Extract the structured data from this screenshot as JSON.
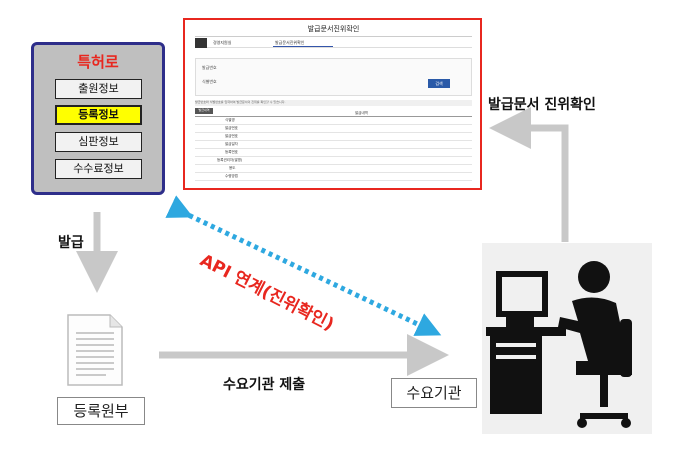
{
  "kipo": {
    "title": "특허로",
    "menu": [
      "출원정보",
      "등록정보",
      "심판정보",
      "수수료정보"
    ],
    "active_index": 1
  },
  "screen": {
    "header": "발급문서진위확인",
    "nav_1": "경영지원실",
    "nav_2": "발급문서진위확인",
    "issue_no_label": "발급번호",
    "check_no_label": "식별번호",
    "confirm_label": "검색",
    "info_text": "발급번호와 식별번호를 입력하여 발급문서의 진위를 확인할 수 있습니다.",
    "table_tag": "발급내역",
    "col_header": "발급내역",
    "rows": [
      "식별명",
      "발급번호",
      "발급번호",
      "발급일자",
      "등록번호",
      "등록권리자(발명)",
      "용도",
      "수령방법"
    ]
  },
  "labels": {
    "verify": "발급문서 진위확인",
    "issue": "발급",
    "submit": "수요기관 제출",
    "api": "API 연계(진위확인)",
    "doc": "등록원부",
    "org": "수요기관"
  },
  "colors": {
    "red": "#e8271f",
    "arrow_gray": "#c8c8c8",
    "dotted_blue": "#2ea8e0",
    "box_border": "#2e2e8a",
    "highlight": "#ffff00"
  }
}
